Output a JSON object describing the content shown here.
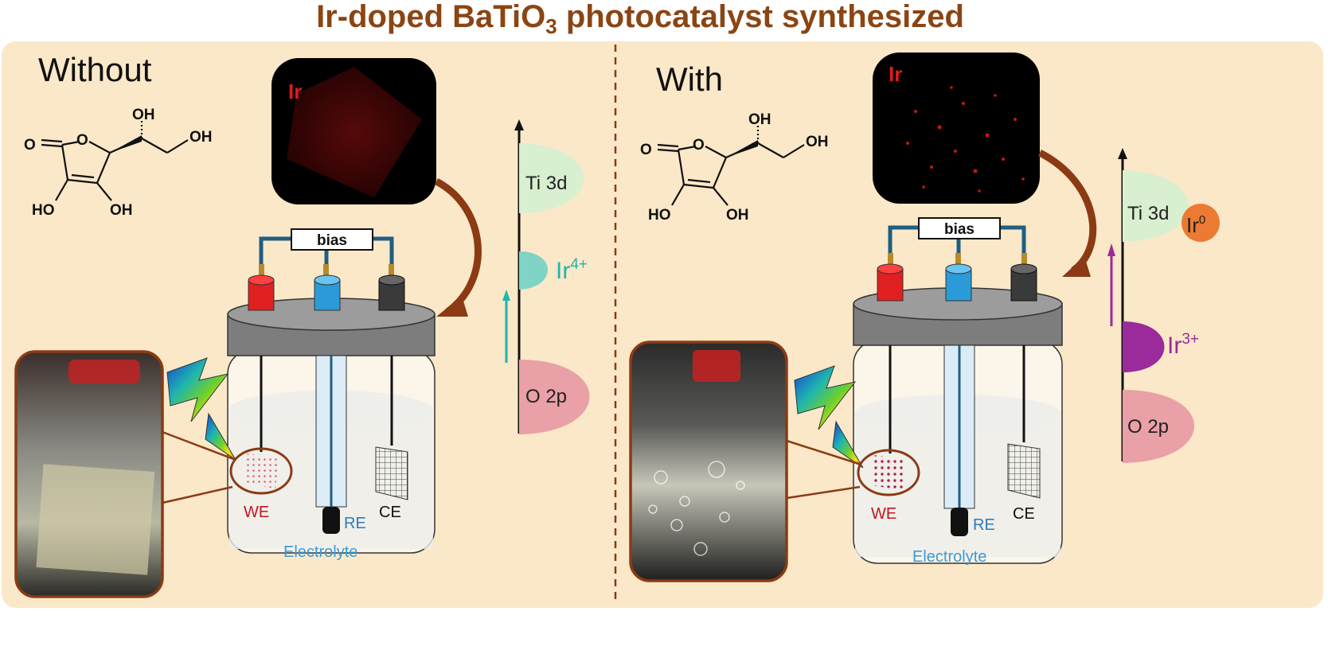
{
  "title": {
    "main": "Ir-doped BaTiO",
    "subscript": "3",
    "tail": " photocatalyst synthesized"
  },
  "panels": [
    {
      "label": "Without",
      "map_label": "Ir",
      "bias_label": "bias",
      "molecule": {
        "oh_top": "OH",
        "oh_right": "OH",
        "o_left": "O",
        "ho_left": "HO",
        "oh_bottom": "OH"
      },
      "electrodes": {
        "we": "WE",
        "re": "RE",
        "ce": "CE"
      },
      "electrolyte": "Electrolyte",
      "bands": {
        "ti": "Ti 3d",
        "ir_base": "Ir",
        "ir_sup": "4+",
        "o": "O 2p"
      },
      "colors": {
        "ir_state": "#1fb5b0"
      }
    },
    {
      "label": "With",
      "map_label": "Ir",
      "bias_label": "bias",
      "molecule": {
        "oh_top": "OH",
        "oh_right": "OH",
        "o_left": "O",
        "ho_left": "HO",
        "oh_bottom": "OH"
      },
      "electrodes": {
        "we": "WE",
        "re": "RE",
        "ce": "CE"
      },
      "electrolyte": "Electrolyte",
      "bands": {
        "ti": "Ti 3d",
        "ir0_base": "Ir",
        "ir0_sup": "0",
        "ir_base": "Ir",
        "ir_sup": "3+",
        "o": "O 2p"
      },
      "colors": {
        "ir_state": "#9b2a9b",
        "ir0": "#ec7a32"
      }
    }
  ],
  "colors": {
    "title": "#8B4513",
    "panel_bg": "#fae8c8",
    "arrow": "#8B3a14",
    "ti_band": "#d8efd0",
    "o_band": "#e9a0a6",
    "we_text": "#c0171d",
    "re_text": "#2a7bbf",
    "electrolyte_text": "#3a9bd8"
  }
}
